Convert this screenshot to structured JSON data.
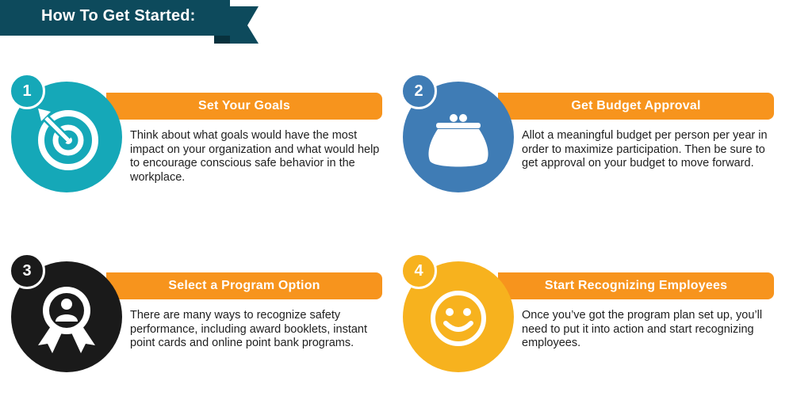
{
  "header": {
    "title": "How To Get Started:"
  },
  "colors": {
    "ribbon": "#0d4a5c",
    "ribbon_dark": "#08313d",
    "bar": "#f7941d",
    "teal": "#15a8b8",
    "blue": "#3f7cb5",
    "black": "#1a1a1a",
    "yellow": "#f7b21e"
  },
  "steps": [
    {
      "number": "1",
      "title": "Set Your Goals",
      "icon": "target-icon",
      "text": "Think about what goals would have the most impact on your organization and what would help to encourage conscious safe behavior in the workplace."
    },
    {
      "number": "2",
      "title": "Get Budget Approval",
      "icon": "coin-purse-icon",
      "text": "Allot a meaningful budget per person per year in order to maximize participation. Then be sure to get approval on your budget to move forward."
    },
    {
      "number": "3",
      "title": "Select a Program Option",
      "icon": "award-badge-icon",
      "text": "There are many ways to recognize safety performance, including award booklets, instant point cards and online point bank programs."
    },
    {
      "number": "4",
      "title": "Start Recognizing Employees",
      "icon": "smiley-face-icon",
      "text": "Once you’ve got the program plan set up, you’ll need to put it into action and start recognizing employees."
    }
  ]
}
